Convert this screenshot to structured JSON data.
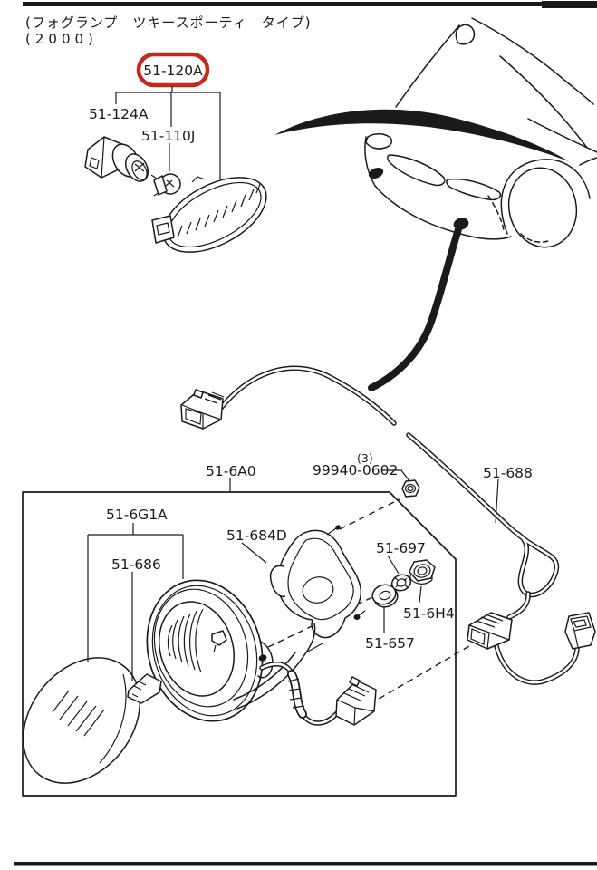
{
  "header": {
    "line1": "(フォグランプ　ツキースポーティ　タイプ)",
    "line2": "(2000)"
  },
  "parts": {
    "side_marker_assy": "51-120A",
    "socket": "51-124A",
    "bulb": "51-110J",
    "fog_lamp_assy": "51-6A0",
    "screw_qty": "(3)",
    "screw": "99940-0602",
    "harness": "51-688",
    "bracket_kit": "51-6G1A",
    "clip": "51-686",
    "cover": "51-684D",
    "spring_washer": "51-697",
    "nut": "51-6H4",
    "washer": "51-657"
  },
  "colors": {
    "highlight": "#c5281c",
    "line": "#1a1a1a"
  }
}
